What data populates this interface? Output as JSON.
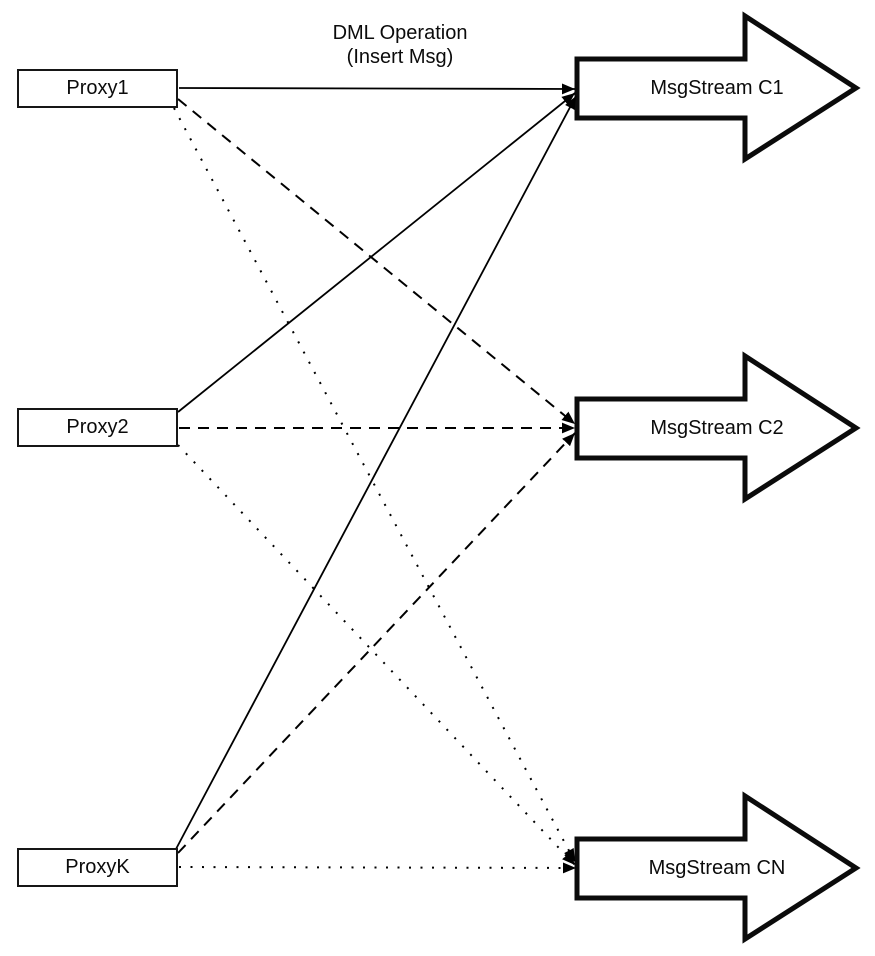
{
  "diagram": {
    "title": {
      "line1": "DML Operation",
      "line2": "(Insert Msg)"
    },
    "proxies": [
      {
        "id": "proxy1",
        "label": "Proxy1"
      },
      {
        "id": "proxy2",
        "label": "Proxy2"
      },
      {
        "id": "proxyk",
        "label": "ProxyK"
      }
    ],
    "streams": [
      {
        "id": "c1",
        "label": "MsgStream C1"
      },
      {
        "id": "c2",
        "label": "MsgStream C2"
      },
      {
        "id": "cn",
        "label": "MsgStream CN"
      }
    ],
    "edges": [
      {
        "from": "Proxy1",
        "to": "MsgStream C1",
        "style": "solid"
      },
      {
        "from": "Proxy2",
        "to": "MsgStream C1",
        "style": "solid"
      },
      {
        "from": "ProxyK",
        "to": "MsgStream C1",
        "style": "solid"
      },
      {
        "from": "Proxy1",
        "to": "MsgStream C2",
        "style": "dashed"
      },
      {
        "from": "Proxy2",
        "to": "MsgStream C2",
        "style": "dashed"
      },
      {
        "from": "ProxyK",
        "to": "MsgStream C2",
        "style": "dashed"
      },
      {
        "from": "Proxy1",
        "to": "MsgStream CN",
        "style": "dotted"
      },
      {
        "from": "Proxy2",
        "to": "MsgStream CN",
        "style": "dotted"
      },
      {
        "from": "ProxyK",
        "to": "MsgStream CN",
        "style": "dotted"
      }
    ],
    "colors": {
      "line": "#000000",
      "shape_border": "#161616",
      "shape_fill": "#ffffff",
      "background": "#ffffff"
    }
  }
}
